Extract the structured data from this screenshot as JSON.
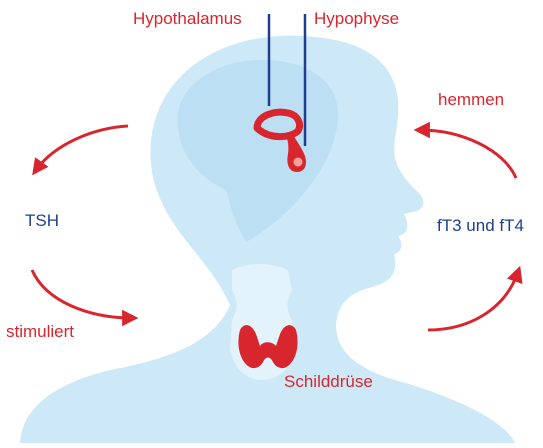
{
  "labels": {
    "hypothalamus": "Hypothalamus",
    "hypophyse": "Hypophyse",
    "hemmen": "hemmen",
    "tsh": "TSH",
    "ft3_ft4": "fT3 und fT4",
    "stimuliert": "stimuliert",
    "schilddruese": "Schilddrüse"
  },
  "colors": {
    "silhouette": "#cde9f8",
    "brain": "#bcdff3",
    "thyroid_area": "#e3f3fc",
    "accent_red": "#d8262f",
    "line_blue": "#1e3f8f",
    "dot": "#f4a39a"
  }
}
